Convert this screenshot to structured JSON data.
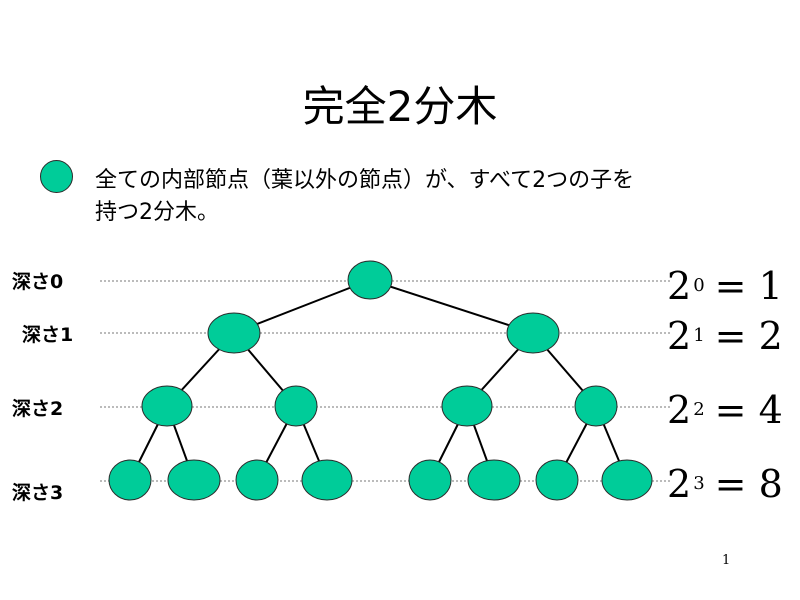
{
  "title": "完全2分木",
  "bullet": {
    "line1": "全ての内部節点（葉以外の節点）が、すべて2つの子を",
    "line2": "持つ2分木。"
  },
  "depth_labels": [
    "深さ0",
    "深さ1",
    "深さ2",
    "深さ3"
  ],
  "counts": [
    {
      "base": "2",
      "exp": "0",
      "eq": "=",
      "result": "1"
    },
    {
      "base": "2",
      "exp": "1",
      "eq": "=",
      "result": "2"
    },
    {
      "base": "2",
      "exp": "2",
      "eq": "=",
      "result": "4"
    },
    {
      "base": "2",
      "exp": "3",
      "eq": "=",
      "result": "8"
    }
  ],
  "page_number": "1",
  "colors": {
    "node_fill": "#00cc99",
    "node_stroke": "#2b2b2b",
    "edge": "#000000",
    "depth_guide": "#777777"
  }
}
